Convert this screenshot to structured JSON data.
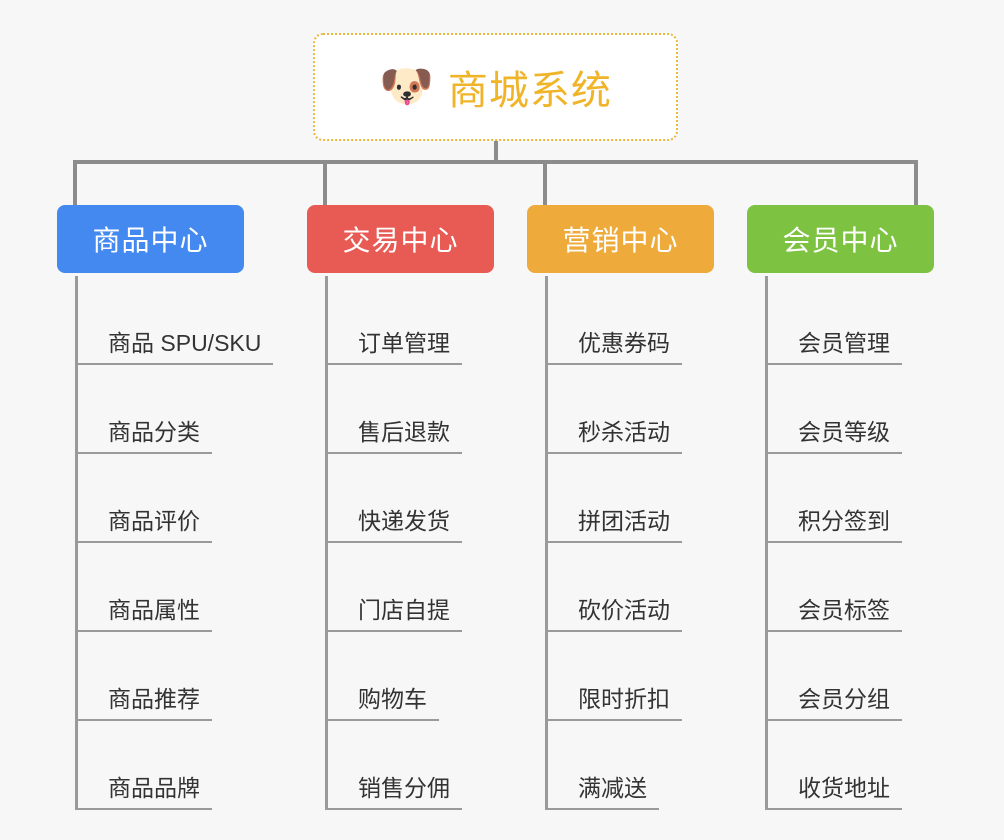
{
  "root": {
    "icon": "shiba-dog-face-icon",
    "icon_glyph": "🐶",
    "title": "商城系统",
    "title_color": "#f0b429",
    "border_color": "#efb63c"
  },
  "canvas": {
    "background": "#f7f7f7",
    "connector_color": "#8c8c8c",
    "spine_color": "#9a9a9a"
  },
  "branches": [
    {
      "label": "商品中心",
      "color": "#4489f0",
      "items": [
        "商品 SPU/SKU",
        "商品分类",
        "商品评价",
        "商品属性",
        "商品推荐",
        "商品品牌"
      ]
    },
    {
      "label": "交易中心",
      "color": "#e85b55",
      "items": [
        "订单管理",
        "售后退款",
        "快递发货",
        "门店自提",
        "购物车",
        "销售分佣"
      ]
    },
    {
      "label": "营销中心",
      "color": "#eeab3c",
      "items": [
        "优惠券码",
        "秒杀活动",
        "拼团活动",
        "砍价活动",
        "限时折扣",
        "满减送"
      ]
    },
    {
      "label": "会员中心",
      "color": "#7ec champion"
    }
  ],
  "branches_fix": [
    {
      "label": "会员中心",
      "color": "#7ec242",
      "items": [
        "会员管理",
        "会员等级",
        "积分签到",
        "会员标签",
        "会员分组",
        "收货地址"
      ]
    }
  ]
}
